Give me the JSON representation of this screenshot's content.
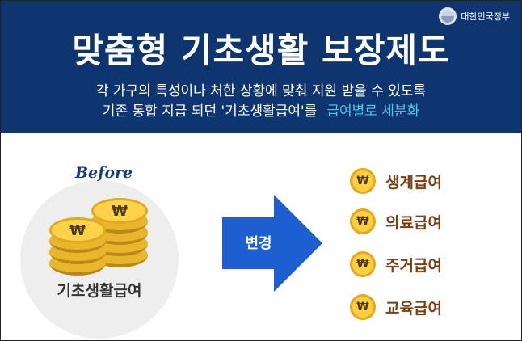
{
  "gov_logo": {
    "text": "대한민국정부"
  },
  "header": {
    "title": "맞춤형 기초생활 보장제도",
    "subtitle_line1": "각 가구의 특성이나 처한 상황에 맞춰 지원 받을 수 있도록",
    "subtitle_line2": "기존 통합 지급 되던 '기초생활급여'를",
    "subtitle_highlight": "급여별로 세분화"
  },
  "before": {
    "label": "Before",
    "caption": "기초생활급여",
    "coin_symbol": "₩"
  },
  "change": {
    "label": "변경"
  },
  "benefits": [
    {
      "symbol": "₩",
      "label": "생계급여"
    },
    {
      "symbol": "₩",
      "label": "의료급여"
    },
    {
      "symbol": "₩",
      "label": "주거급여"
    },
    {
      "symbol": "₩",
      "label": "교육급여"
    }
  ],
  "colors": {
    "header_bg": "#0f3570",
    "highlight": "#4ec9ea",
    "arrow": "#1d5fd1",
    "coin": "#ffcf3c",
    "benefit_text": "#7a3e12"
  }
}
